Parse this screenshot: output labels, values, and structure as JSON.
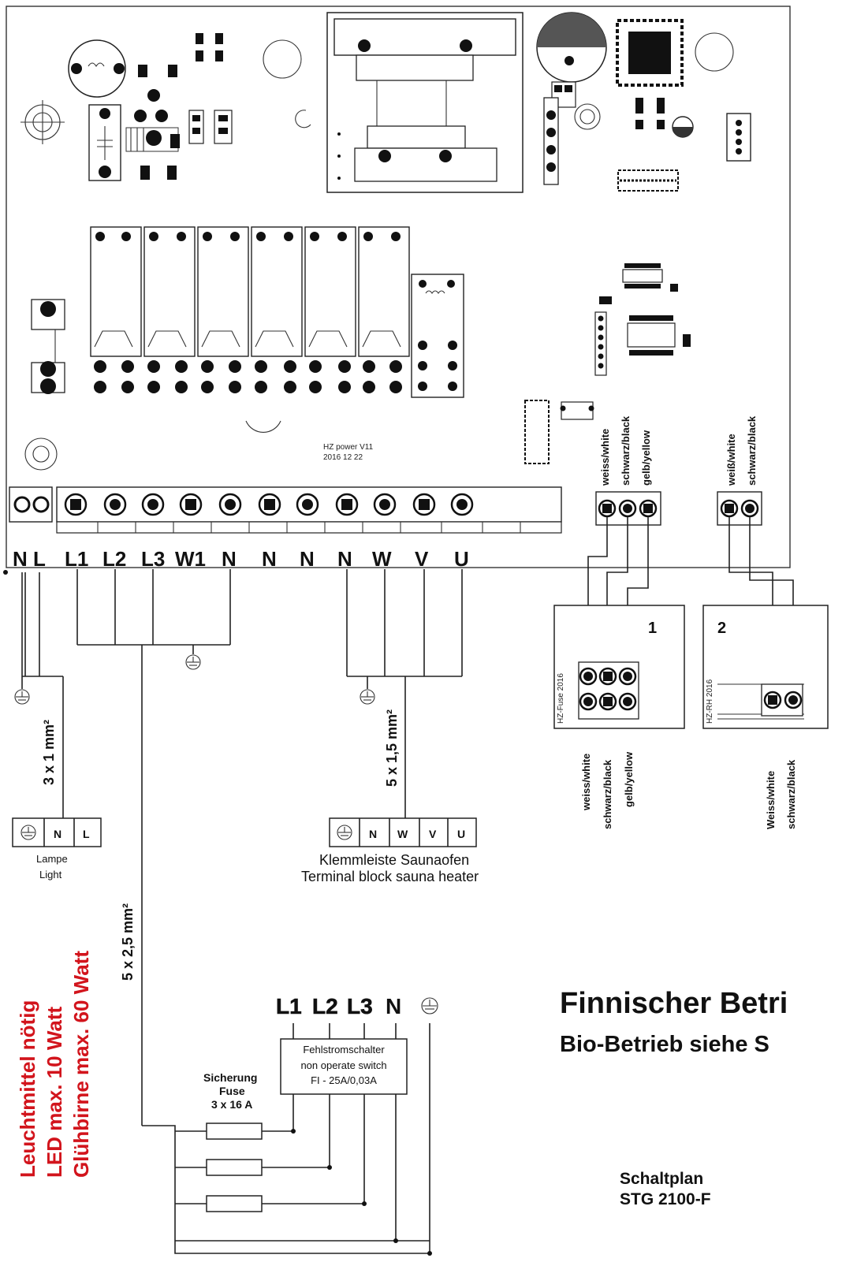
{
  "pcb": {
    "version_label": "HZ power  V11",
    "date_label": "2016 12 22",
    "main_terminals": [
      "N",
      "L",
      "L1",
      "L2",
      "L3",
      "W1",
      "N",
      "N",
      "N",
      "N",
      "W",
      "V",
      "U"
    ],
    "sensor1_wires": [
      "weiss/white",
      "schwarz/black",
      "gelb/yellow"
    ],
    "sensor2_wires": [
      "weiß/white",
      "schwarz/black"
    ]
  },
  "cables": {
    "light": "3 x 1 mm²",
    "supply": "5 x 2,5 mm²",
    "heater": "5 x 1,5 mm²"
  },
  "lamp": {
    "terminals": [
      "N",
      "L"
    ],
    "label_de": "Lampe",
    "label_en": "Light"
  },
  "heater": {
    "terminals": [
      "N",
      "W",
      "V",
      "U"
    ],
    "label_de": "Klemmleiste Saunaofen",
    "label_en": "Terminal block sauna heater"
  },
  "sensors": {
    "s1": {
      "number": "1",
      "board_label": "HZ-Fuse 2016",
      "wires": [
        "weiss/white",
        "schwarz/black",
        "gelb/yellow"
      ]
    },
    "s2": {
      "number": "2",
      "board_label": "HZ-RH 2016",
      "wires": [
        "Weiss/white",
        "schwarz/black"
      ]
    }
  },
  "supply": {
    "terminals": [
      "L1",
      "L2",
      "L3",
      "N"
    ],
    "rcd_line1": "Fehlstromschalter",
    "rcd_line2": "non operate switch",
    "rcd_line3": "FI - 25A/0,03A",
    "fuse_line1": "Sicherung",
    "fuse_line2": "Fuse",
    "fuse_line3": "3 x 16 A"
  },
  "lamp_notes": {
    "line1": "Leuchtmittel nötig",
    "line2": "LED max. 10 Watt",
    "line3": "Glühbirne max. 60 Watt"
  },
  "headings": {
    "title": "Finnischer Betri",
    "subtitle": "Bio-Betrieb siehe S",
    "plan_line1": "Schaltplan",
    "plan_line2": "STG 2100-F"
  },
  "colors": {
    "line": "#222222",
    "note_red": "#d2141c",
    "background": "#ffffff"
  }
}
